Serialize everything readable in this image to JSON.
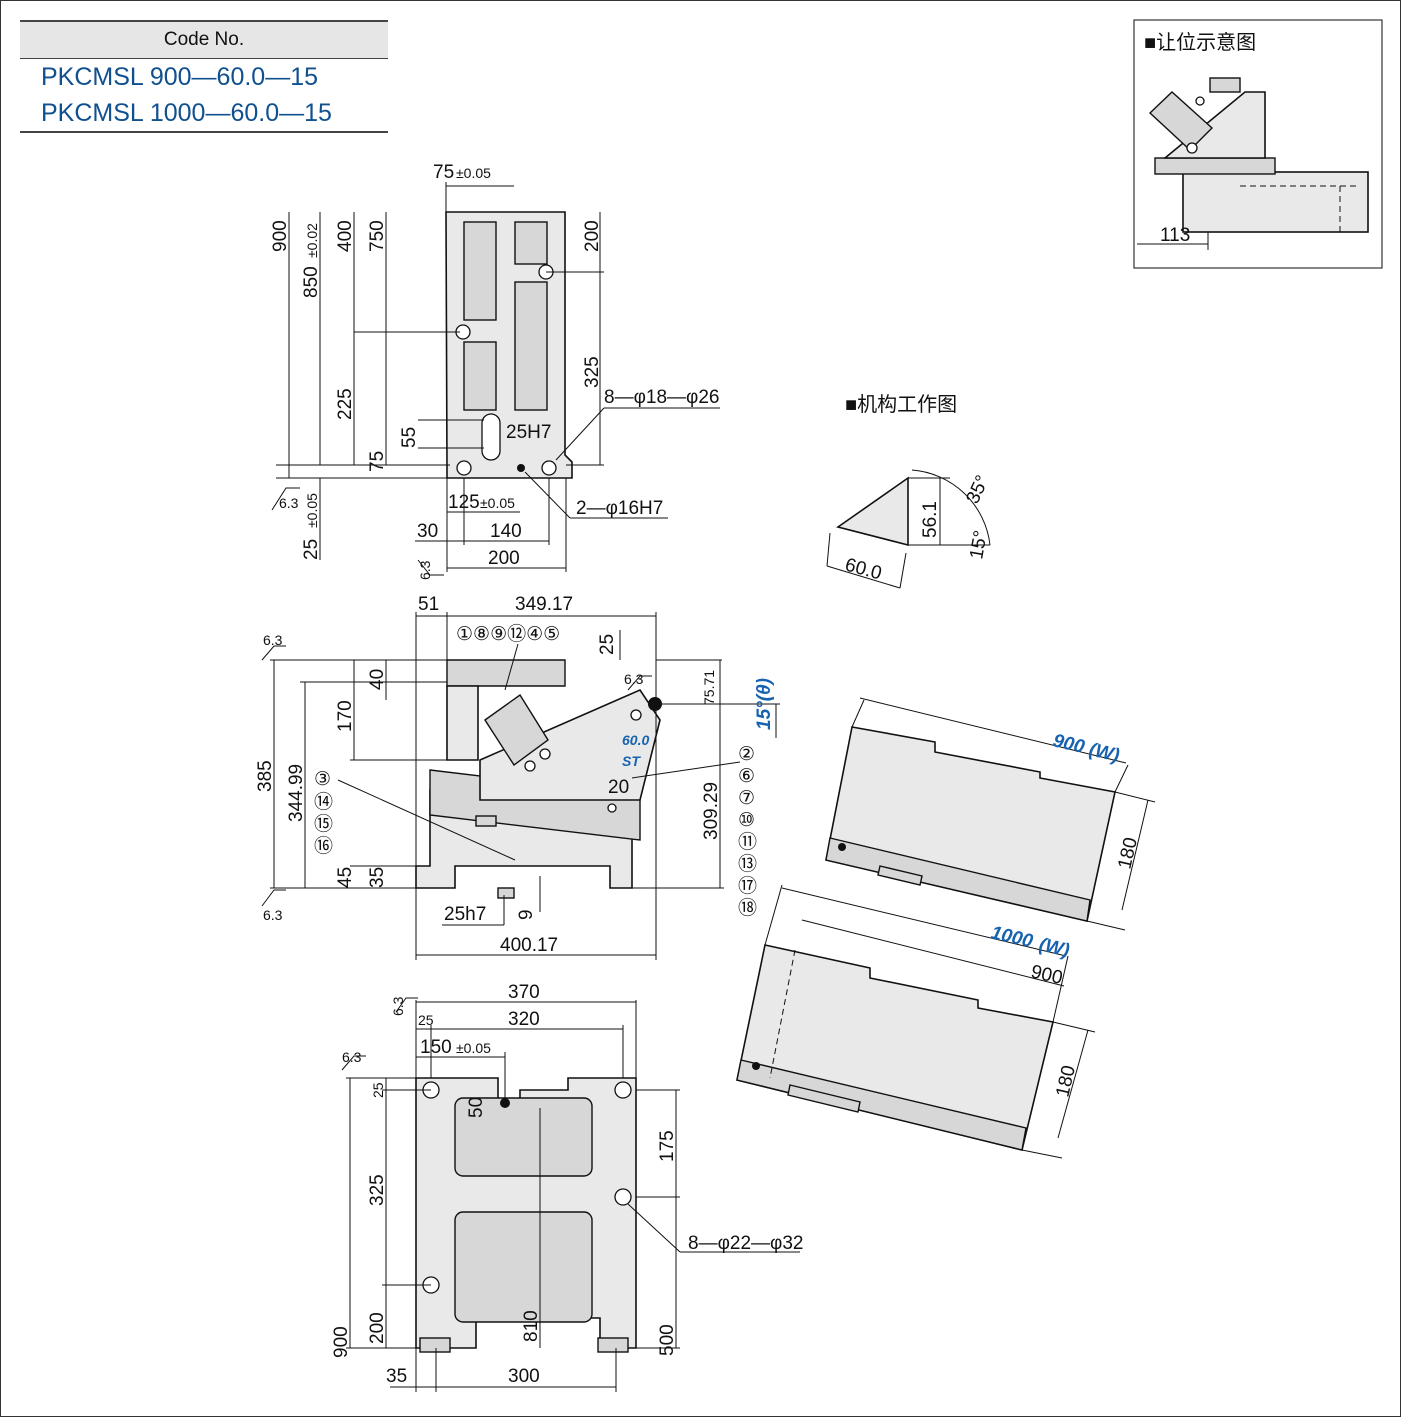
{
  "code_table": {
    "header": "Code No.",
    "codes": [
      "PKCMSL 900—60.0—15",
      "PKCMSL 1000—60.0—15"
    ]
  },
  "inset": {
    "title": "■让位示意图",
    "dim": "113"
  },
  "mechanism": {
    "title": "■机构工作图",
    "stroke": "60.0",
    "height": "56.1",
    "angle_top": "35°",
    "angle_bottom": "15°"
  },
  "top_view": {
    "d_75": "75",
    "tol_005": "±0.05",
    "d_900": "900",
    "d_850": "850",
    "tol_002": "±0.02",
    "d_400": "400",
    "d_750": "750",
    "d_225": "225",
    "d_75b": "75",
    "d_55": "55",
    "d_200": "200",
    "d_325": "325",
    "d_25h7": "25H7",
    "holes_1": "8—φ18—φ26",
    "holes_2": "2—φ16H7",
    "d_125": "125",
    "d_25": "25",
    "d_30": "30",
    "d_140": "140",
    "d_200b": "200",
    "rough": "6.3"
  },
  "side_view": {
    "d_51": "51",
    "d_349": "349.17",
    "callout_top": "①⑧⑨⑫④⑤",
    "d_25": "25",
    "d_40": "40",
    "d_170": "170",
    "d_385": "385",
    "d_344": "344.99",
    "d_45": "45",
    "d_35": "35",
    "d_25h7": "25h7",
    "d_9": "9",
    "d_400": "400.17",
    "d_7571": "75.71",
    "angle": "15°(θ)",
    "st": "60.0",
    "st_label": "ST",
    "d_20": "20",
    "d_309": "309.29",
    "left_parts": [
      "③",
      "⑭",
      "⑮",
      "⑯"
    ],
    "right_parts": [
      "②",
      "⑥",
      "⑦",
      "⑩",
      "⑪",
      "⑬",
      "⑰",
      "⑱"
    ],
    "rough": "6.3"
  },
  "bottom_view": {
    "d_370": "370",
    "d_25": "25",
    "d_320": "320",
    "d_150": "150",
    "tol": "±0.05",
    "d_50": "50",
    "d_25b": "25",
    "d_325": "325",
    "d_200": "200",
    "d_900": "900",
    "d_175": "175",
    "holes": "8—φ22—φ32",
    "d_810": "810",
    "d_500": "500",
    "d_35": "35",
    "d_300": "300",
    "rough": "6.3"
  },
  "plates": {
    "w900": "900",
    "w900_unit": "(W)",
    "h900": "180",
    "w1000": "1000",
    "w1000_unit": "(W)",
    "inner": "900",
    "h1000": "180"
  }
}
